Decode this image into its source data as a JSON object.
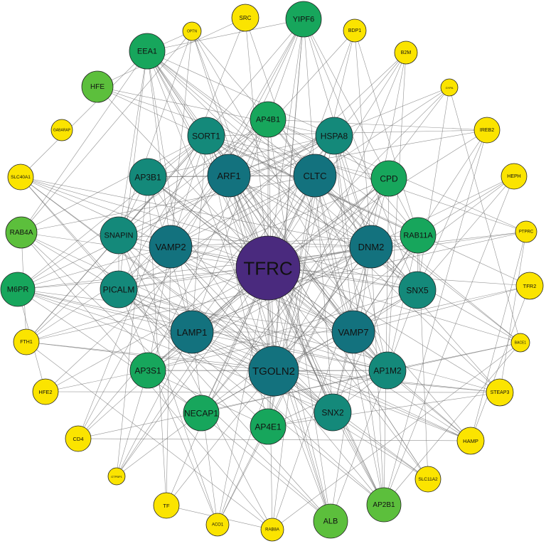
{
  "colors": {
    "hub": "#4a2a7e",
    "teal": "#13727e",
    "teal_green": "#14897a",
    "green": "#17a65c",
    "lime": "#5cbf3c",
    "yellow": "#fbe400"
  },
  "nodes": [
    {
      "id": "TFRC",
      "tier": "hub"
    },
    {
      "id": "TGOLN2",
      "tier": "teal"
    },
    {
      "id": "ARF1",
      "tier": "teal"
    },
    {
      "id": "CLTC",
      "tier": "teal"
    },
    {
      "id": "DNM2",
      "tier": "teal"
    },
    {
      "id": "VAMP2",
      "tier": "teal"
    },
    {
      "id": "LAMP1",
      "tier": "teal"
    },
    {
      "id": "VAMP7",
      "tier": "teal"
    },
    {
      "id": "SORT1",
      "tier": "teal_green"
    },
    {
      "id": "HSPA8",
      "tier": "teal_green"
    },
    {
      "id": "AP3B1",
      "tier": "teal_green"
    },
    {
      "id": "SNAPIN",
      "tier": "teal_green"
    },
    {
      "id": "PICALM",
      "tier": "teal_green"
    },
    {
      "id": "SNX5",
      "tier": "teal_green"
    },
    {
      "id": "AP1M2",
      "tier": "teal_green"
    },
    {
      "id": "SNX2",
      "tier": "teal_green"
    },
    {
      "id": "AP3S1",
      "tier": "green"
    },
    {
      "id": "NECAP1",
      "tier": "green"
    },
    {
      "id": "AP4E1",
      "tier": "green"
    },
    {
      "id": "AP4B1",
      "tier": "green"
    },
    {
      "id": "CPD",
      "tier": "green"
    },
    {
      "id": "RAB11A",
      "tier": "green"
    },
    {
      "id": "EEA1",
      "tier": "green"
    },
    {
      "id": "YIPF6",
      "tier": "green"
    },
    {
      "id": "M6PR",
      "tier": "green"
    },
    {
      "id": "HFE",
      "tier": "lime"
    },
    {
      "id": "RAB4A",
      "tier": "lime"
    },
    {
      "id": "ALB",
      "tier": "lime"
    },
    {
      "id": "AP2B1",
      "tier": "lime"
    },
    {
      "id": "SRC",
      "tier": "yellow"
    },
    {
      "id": "OPTN",
      "tier": "yellow"
    },
    {
      "id": "BDP1",
      "tier": "yellow"
    },
    {
      "id": "B2M",
      "tier": "yellow"
    },
    {
      "id": "GYPA",
      "tier": "yellow"
    },
    {
      "id": "IREB2",
      "tier": "yellow"
    },
    {
      "id": "HEPH",
      "tier": "yellow"
    },
    {
      "id": "PTPRC",
      "tier": "yellow"
    },
    {
      "id": "TFR2",
      "tier": "yellow"
    },
    {
      "id": "BACE1",
      "tier": "yellow"
    },
    {
      "id": "STEAP3",
      "tier": "yellow"
    },
    {
      "id": "HAMP",
      "tier": "yellow"
    },
    {
      "id": "SLC11A2",
      "tier": "yellow"
    },
    {
      "id": "RAB8A",
      "tier": "yellow"
    },
    {
      "id": "ACO1",
      "tier": "yellow"
    },
    {
      "id": "TF",
      "tier": "yellow"
    },
    {
      "id": "GTPBP1",
      "tier": "yellow"
    },
    {
      "id": "CD4",
      "tier": "yellow"
    },
    {
      "id": "HFE2",
      "tier": "yellow"
    },
    {
      "id": "FTH1",
      "tier": "yellow"
    },
    {
      "id": "SLC40A1",
      "tier": "yellow"
    },
    {
      "id": "GABARAP",
      "tier": "yellow"
    }
  ]
}
